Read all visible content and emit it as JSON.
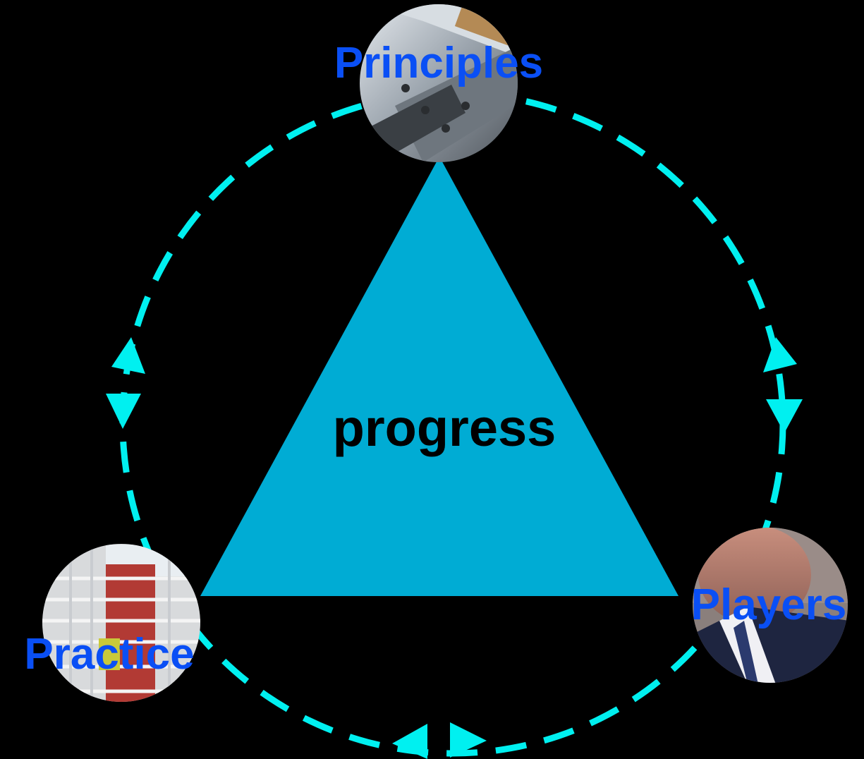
{
  "colors": {
    "background": "#000000",
    "triangle": "#00acd4",
    "cycle": "#00f0f0",
    "label": "#0a4ff5",
    "center_text": "#000000"
  },
  "center": {
    "label": "progress"
  },
  "nodes": {
    "principles": {
      "label": "Principles",
      "photo": "steel-beam-photo"
    },
    "players": {
      "label": "Players",
      "photo": "person-photo"
    },
    "practice": {
      "label": "Practice",
      "photo": "construction-scaffold-photo"
    }
  }
}
